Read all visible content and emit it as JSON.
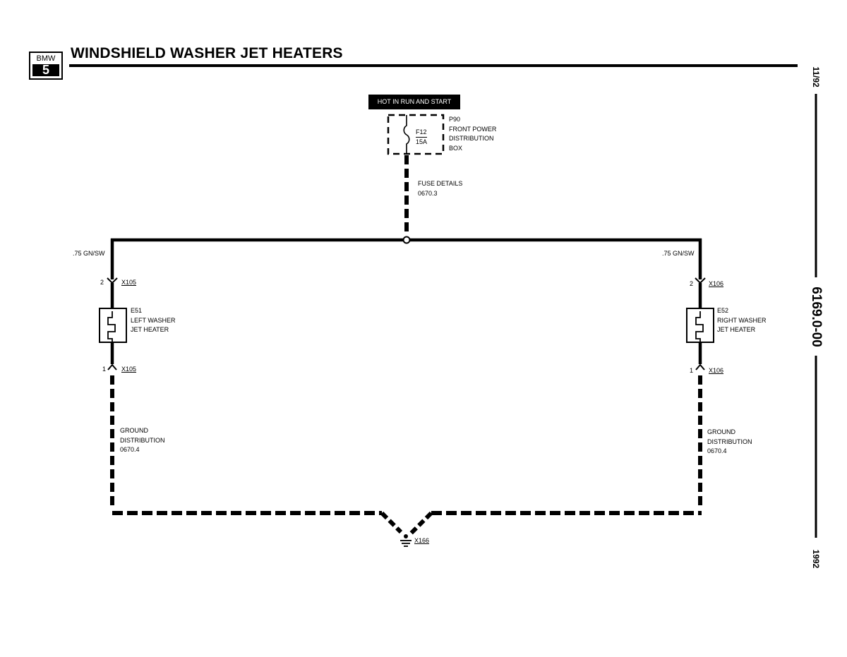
{
  "header": {
    "logo_top": "BMW",
    "logo_bottom": "5",
    "title": "WINDSHIELD WASHER JET HEATERS"
  },
  "side": {
    "date": "11/92",
    "doc_number": "6169.0-00",
    "year": "1992"
  },
  "power": {
    "label": "HOT IN RUN AND START",
    "fuse_id": "F12",
    "fuse_rating": "15A",
    "box_label": "P90\nFRONT POWER\nDISTRIBUTION\nBOX",
    "fuse_details": "FUSE DETAILS\n0670.3"
  },
  "left": {
    "wire": ".75 GN/SW",
    "pin_top": "2",
    "conn_top": "X105",
    "component": "E51\nLEFT WASHER\nJET HEATER",
    "pin_bottom": "1",
    "conn_bottom": "X105",
    "ground_ref": "GROUND\nDISTRIBUTION\n0670.4"
  },
  "right": {
    "wire": ".75 GN/SW",
    "pin_top": "2",
    "conn_top": "X106",
    "component": "E52\nRIGHT WASHER\nJET HEATER",
    "pin_bottom": "1",
    "conn_bottom": "X106",
    "ground_ref": "GROUND\nDISTRIBUTION\n0670.4"
  },
  "ground": {
    "label": "X166"
  }
}
